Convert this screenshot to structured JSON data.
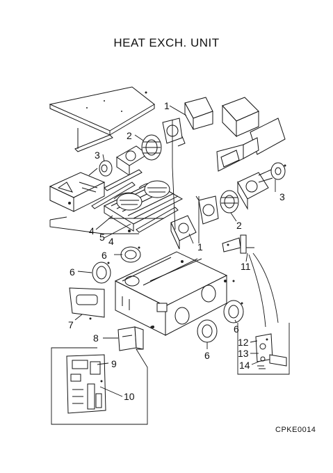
{
  "title": "HEAT EXCH. UNIT",
  "drawing_code": "CPKE0014",
  "callouts": [
    {
      "id": "c1a",
      "label": "1"
    },
    {
      "id": "c1b",
      "label": "1"
    },
    {
      "id": "c2a",
      "label": "2"
    },
    {
      "id": "c2b",
      "label": "2"
    },
    {
      "id": "c3a",
      "label": "3"
    },
    {
      "id": "c3b",
      "label": "3"
    },
    {
      "id": "c4a",
      "label": "4"
    },
    {
      "id": "c4b",
      "label": "4"
    },
    {
      "id": "c5",
      "label": "5"
    },
    {
      "id": "c6a",
      "label": "6"
    },
    {
      "id": "c6b",
      "label": "6"
    },
    {
      "id": "c6c",
      "label": "6"
    },
    {
      "id": "c6d",
      "label": "6"
    },
    {
      "id": "c7",
      "label": "7"
    },
    {
      "id": "c8",
      "label": "8"
    },
    {
      "id": "c9",
      "label": "9"
    },
    {
      "id": "c10",
      "label": "10"
    },
    {
      "id": "c11",
      "label": "11"
    },
    {
      "id": "c12",
      "label": "12"
    },
    {
      "id": "c13",
      "label": "13"
    },
    {
      "id": "c14",
      "label": "14"
    }
  ]
}
